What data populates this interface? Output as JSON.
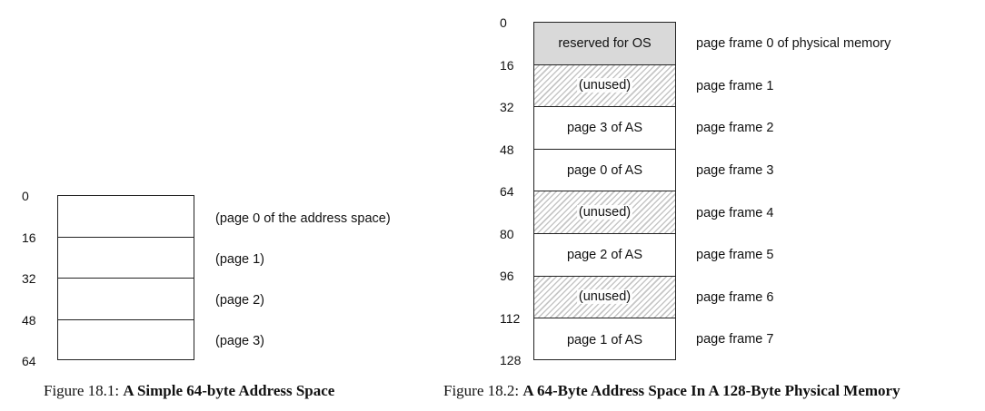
{
  "figure1": {
    "addresses": [
      "0",
      "16",
      "32",
      "48",
      "64"
    ],
    "pages": [
      "(page 0 of the address space)",
      "(page 1)",
      "(page 2)",
      "(page 3)"
    ],
    "caption_prefix": "Figure 18.1: ",
    "caption_title": "A Simple 64-byte Address Space"
  },
  "figure2": {
    "addresses": [
      "0",
      "16",
      "32",
      "48",
      "64",
      "80",
      "96",
      "112",
      "128"
    ],
    "frames": [
      {
        "content": "reserved for OS",
        "kind": "os",
        "label": "page frame 0 of physical memory"
      },
      {
        "content": "(unused)",
        "kind": "unused",
        "label": "page frame 1"
      },
      {
        "content": "page 3 of AS",
        "kind": "used",
        "label": "page frame 2"
      },
      {
        "content": "page 0 of AS",
        "kind": "used",
        "label": "page frame 3"
      },
      {
        "content": "(unused)",
        "kind": "unused",
        "label": "page frame 4"
      },
      {
        "content": "page 2 of AS",
        "kind": "used",
        "label": "page frame 5"
      },
      {
        "content": "(unused)",
        "kind": "unused",
        "label": "page frame 6"
      },
      {
        "content": "page 1 of AS",
        "kind": "used",
        "label": "page frame 7"
      }
    ],
    "caption_prefix": "Figure 18.2: ",
    "caption_title": "A 64-Byte Address Space In A 128-Byte Physical Memory"
  },
  "colors": {
    "os_fill": "#d9d9d9",
    "hatch": "#c6c6c6",
    "stroke": "#222222"
  }
}
